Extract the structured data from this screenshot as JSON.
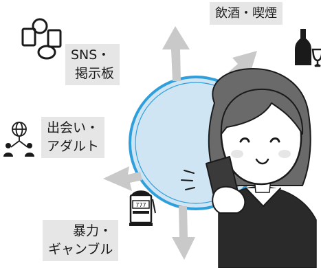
{
  "labels": {
    "drinking_smoking": "飲酒・喫煙",
    "sns_line1": "SNS・",
    "sns_line2": "掲示板",
    "dating_line1": "出会い・",
    "dating_line2": "アダルト",
    "violence_line1": "暴力・",
    "violence_line2": "ギャンブル"
  },
  "icons": {
    "sns": "chat-bubbles-icon",
    "drinking": "bottle-glass-icon",
    "dating": "globe-people-icon",
    "gambling": "slot-machine-icon"
  },
  "colors": {
    "circle_fill": "#cfe5f4",
    "circle_ring": "#2f9fdc",
    "arrow": "#c9c9c9",
    "label_bg": "#e6e6e6"
  }
}
